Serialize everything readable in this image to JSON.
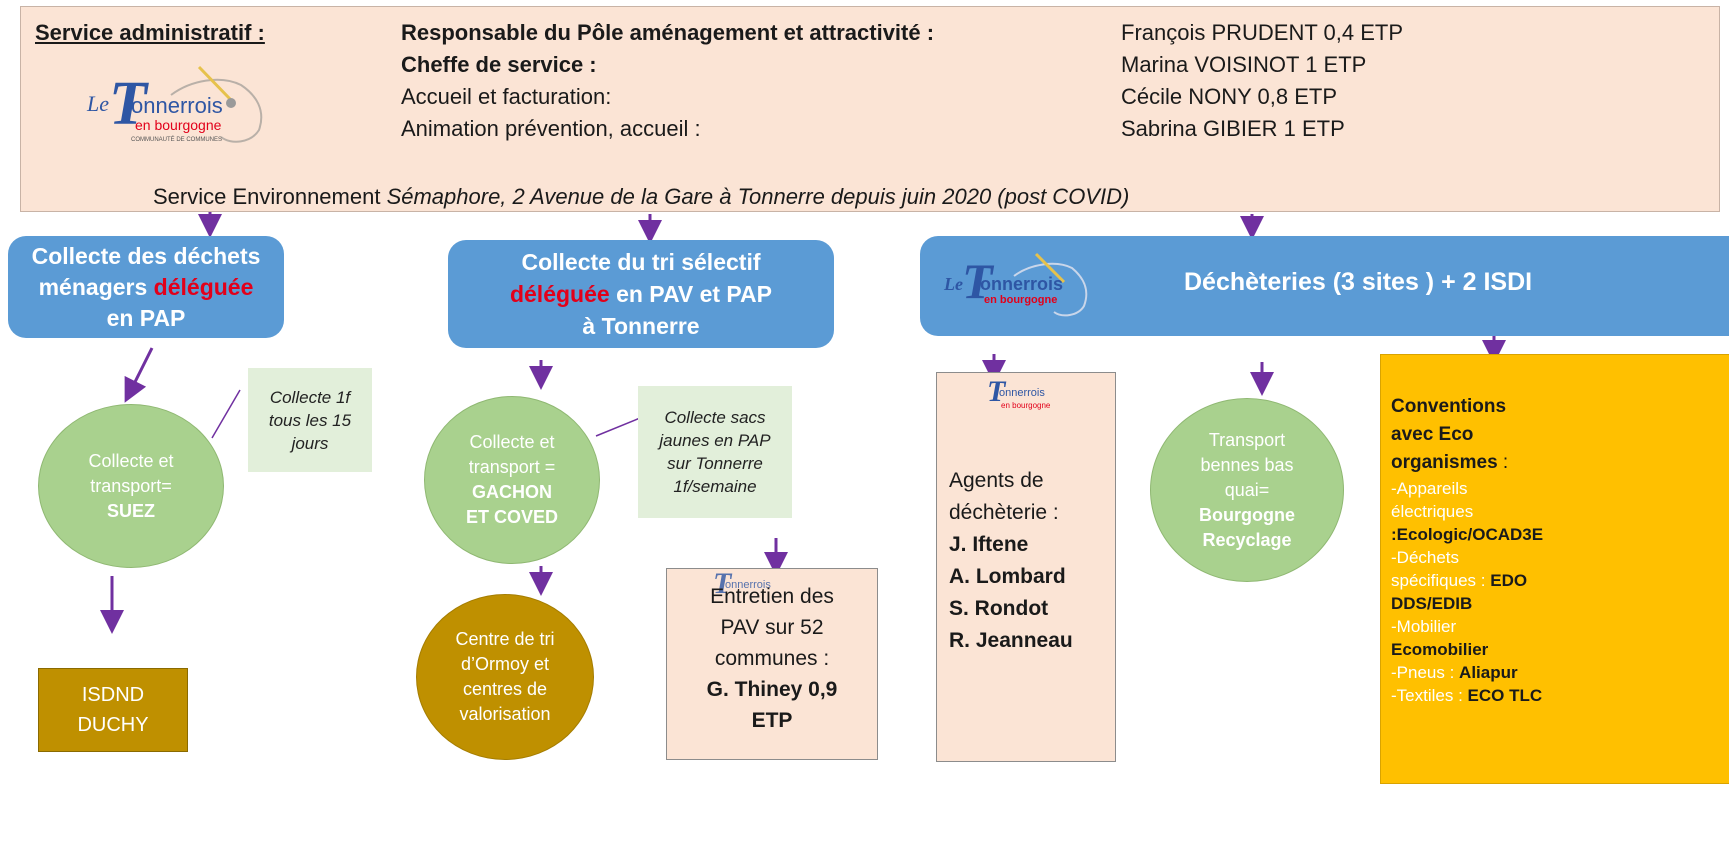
{
  "header": {
    "section_label": "Service administratif :",
    "roles": [
      {
        "label": "Responsable du Pôle aménagement et attractivité :",
        "person": "François PRUDENT 0,4 ETP"
      },
      {
        "label": "Cheffe de service :",
        "person": "Marina VOISINOT  1 ETP"
      },
      {
        "label": "Accueil et facturation:",
        "person": "Cécile NONY 0,8 ETP"
      },
      {
        "label": "Animation prévention, accueil :",
        "person": "Sabrina GIBIER 1 ETP"
      }
    ],
    "address_plain": "Service Environnement ",
    "address_italic": "Sémaphore, 2 Avenue de la Gare à Tonnerre depuis juin 2020 (post COVID)"
  },
  "logo": {
    "le": "Le",
    "t": "T",
    "name": "onnerrois",
    "sub": "en bourgogne",
    "tiny": "COMMUNAUTÉ DE COMMUNES"
  },
  "col1": {
    "box": {
      "line1": "Collecte des déchets",
      "line2_a": "ménagers ",
      "line2_b": "déléguée",
      "line3": "en PAP"
    },
    "note": [
      "Collecte 1f",
      "tous les  15",
      "jours"
    ],
    "ellipse": {
      "line1": "Collecte et",
      "line2": "transport=",
      "line3": "SUEZ"
    },
    "final": [
      "ISDND",
      "DUCHY"
    ]
  },
  "col2": {
    "box": {
      "line1": "Collecte du tri sélectif",
      "line2_a": "déléguée",
      "line2_b": " en PAV et PAP",
      "line3": "à Tonnerre"
    },
    "note": [
      "Collecte sacs",
      "jaunes en PAP",
      "sur Tonnerre",
      "1f/semaine"
    ],
    "ellipse": {
      "line1": "Collecte et",
      "line2": "transport =",
      "line3": "GACHON",
      "line4": "ET COVED"
    },
    "ellipse2": [
      "Centre de tri",
      "d’Ormoy et",
      "centres de",
      "valorisation"
    ],
    "maintenance": [
      "Entretien des",
      "PAV sur 52",
      "communes :",
      "G. Thiney 0,9",
      "ETP"
    ]
  },
  "col3": {
    "box": {
      "title": "Déchèteries (3 sites ) + 2 ISDI"
    },
    "agents": {
      "label1": "Agents de",
      "label2": "déchèterie :",
      "names": [
        "J. Iftene",
        "A. Lombard",
        "S. Rondot",
        "R. Jeanneau"
      ]
    },
    "ellipse": {
      "line1": "Transport",
      "line2": "bennes bas",
      "line3": "quai=",
      "line4": "Bourgogne",
      "line5": "Recyclage"
    },
    "conventions": {
      "title1": "Conventions",
      "title2": "avec Eco",
      "title3": "organismes",
      "items": [
        {
          "a": "-Appareils",
          "b": "électriques",
          "c": ":Ecologic/OCAD3E"
        },
        {
          "a": "-Déchets",
          "b": "spécifiques : ",
          "b_bold": "EDO",
          "c": "DDS/EDIB"
        },
        {
          "a": "-Mobilier",
          "b_bold": "Ecomobilier"
        },
        {
          "a": "-Pneus : ",
          "a_bold": "Aliapur"
        },
        {
          "a": "-Textiles : ",
          "a_bold": "ECO TLC"
        }
      ]
    }
  },
  "colors": {
    "blue": "#5b9bd5",
    "peach": "#fbe4d5",
    "green": "#a9d18e",
    "olive": "#bf9000",
    "yellow": "#ffc000",
    "purple": "#7030a0",
    "red": "#e2001a"
  }
}
